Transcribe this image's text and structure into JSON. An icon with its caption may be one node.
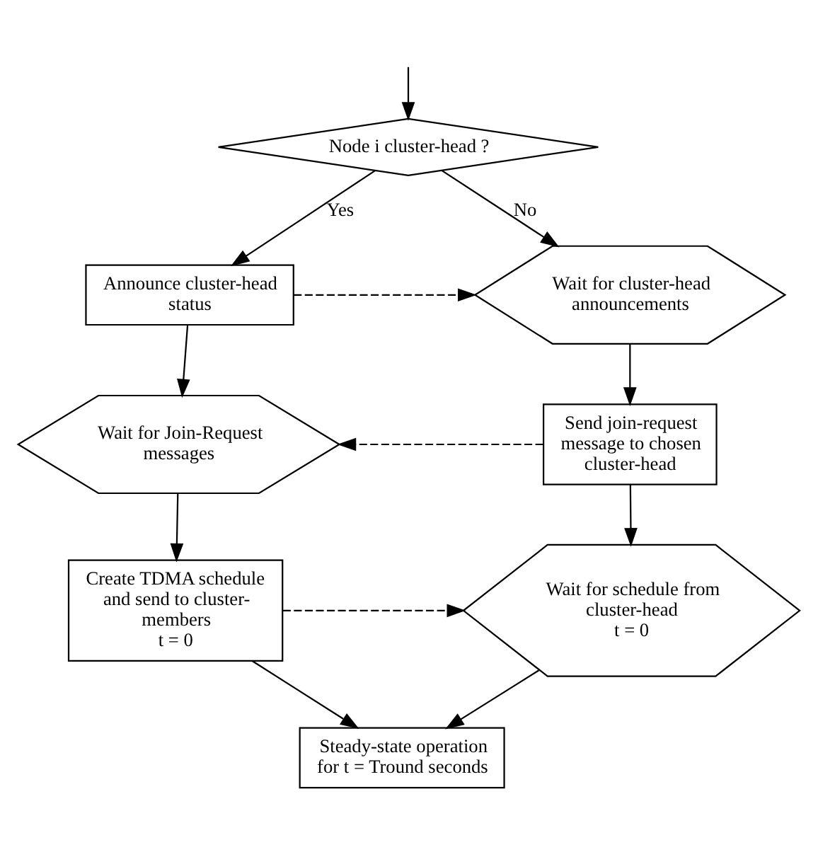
{
  "diagram": {
    "nodes": [
      {
        "text": [
          "Node i cluster-head ?"
        ]
      },
      {
        "text": [
          "Announce cluster-head status"
        ]
      },
      {
        "text": [
          "Wait for cluster-head announcements"
        ]
      },
      {
        "text": [
          "Wait for Join-Request messages"
        ]
      },
      {
        "text": [
          "Send join-request message to chosen cluster-head"
        ]
      },
      {
        "text": [
          "Create TDMA schedule and send to cluster-members",
          "t = 0"
        ]
      },
      {
        "text": [
          "Wait for schedule from cluster-head",
          "t = 0"
        ]
      },
      {
        "text": [
          "Steady-state operation for t = Tround seconds"
        ]
      }
    ],
    "edges": [
      {
        "from": null,
        "to": 0,
        "arrow": "to"
      },
      {
        "from": 0,
        "to": 1,
        "arrow": "to",
        "label": "Yes"
      },
      {
        "from": 0,
        "to": 2,
        "arrow": "to",
        "label": "No"
      },
      {
        "from": 1,
        "to": 2,
        "arrow": "to",
        "style": "dashed"
      },
      {
        "from": 1,
        "to": 3,
        "arrow": "to"
      },
      {
        "from": 2,
        "to": 4,
        "arrow": "to"
      },
      {
        "from": 4,
        "to": 3,
        "arrow": "to",
        "style": "dashed"
      },
      {
        "from": 3,
        "to": 5,
        "arrow": "to"
      },
      {
        "from": 4,
        "to": 6,
        "arrow": "to"
      },
      {
        "from": 5,
        "to": 6,
        "arrow": "to",
        "style": "dashed"
      },
      {
        "from": 5,
        "to": 7,
        "arrow": "to"
      },
      {
        "from": 6,
        "to": 7,
        "arrow": "to"
      }
    ]
  }
}
